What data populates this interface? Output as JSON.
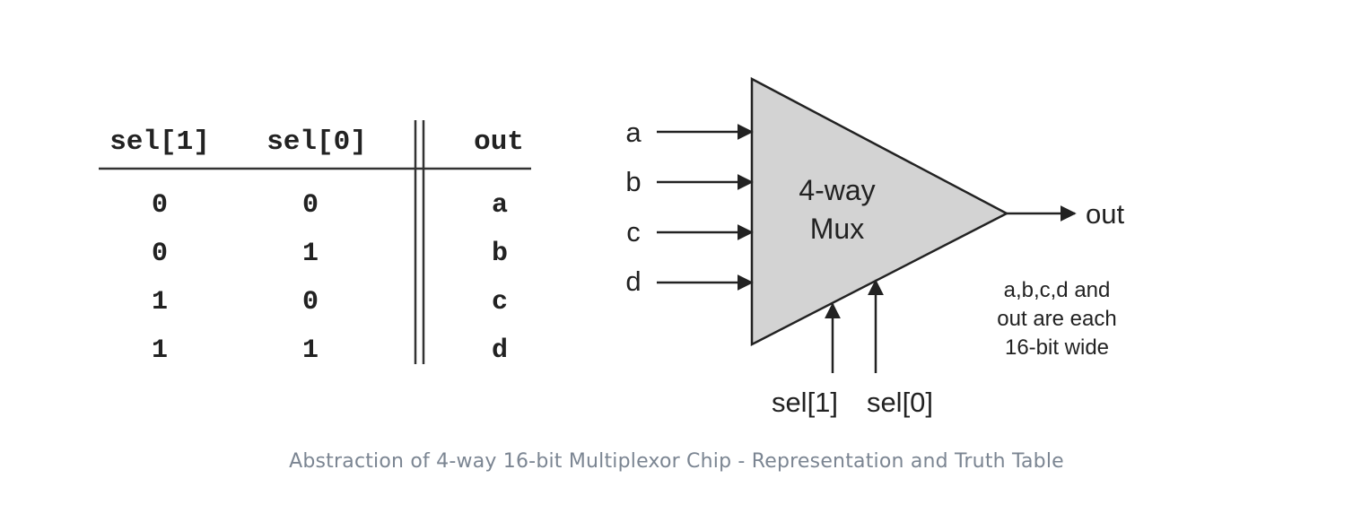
{
  "truth_table": {
    "headers": [
      "sel[1]",
      "sel[0]",
      "out"
    ],
    "rows": [
      [
        "0",
        "0",
        "a"
      ],
      [
        "0",
        "1",
        "b"
      ],
      [
        "1",
        "0",
        "c"
      ],
      [
        "1",
        "1",
        "d"
      ]
    ]
  },
  "mux": {
    "label_line1": "4-way",
    "label_line2": "Mux",
    "inputs": [
      "a",
      "b",
      "c",
      "d"
    ],
    "output": "out",
    "selects": [
      "sel[1]",
      "sel[0]"
    ],
    "note": [
      "a,b,c,d and",
      "out are each",
      "16-bit wide"
    ],
    "fill_color": "#d3d3d3"
  },
  "caption": "Abstraction of 4-way 16-bit Multiplexor Chip - Representation and Truth Table"
}
